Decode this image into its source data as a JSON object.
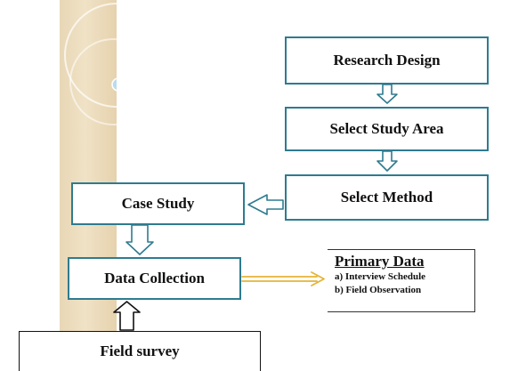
{
  "nodes": {
    "research_design": "Research Design",
    "select_study_area": "Select Study Area",
    "select_method": "Select Method",
    "case_study": "Case Study",
    "data_collection": "Data Collection",
    "field_survey": "Field survey"
  },
  "primary_data": {
    "title": "Primary Data",
    "items": [
      "a) Interview Schedule",
      "b) Field Observation"
    ]
  },
  "colors": {
    "box_border": "#2e7b8f",
    "flow_arrow": "#2e7b8f",
    "data_arrow": "#e5b437",
    "stripe": "#ecdcbd"
  }
}
